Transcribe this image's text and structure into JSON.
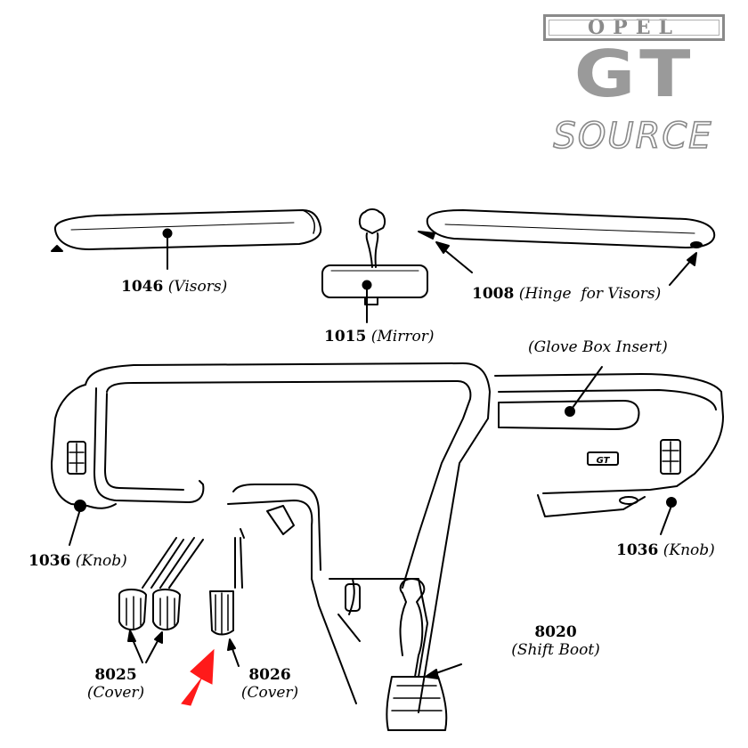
{
  "logo": {
    "brand": "OPEL",
    "model": "GT",
    "tagline": "SOURCE"
  },
  "parts": {
    "visors": {
      "number": "1046",
      "name": "(Visors)"
    },
    "mirror": {
      "number": "1015",
      "name": "(Mirror)"
    },
    "hinge": {
      "number": "1008",
      "name": "(Hinge  for Visors)"
    },
    "glovebox": {
      "number": "",
      "name": "(Glove Box Insert)"
    },
    "knob_left": {
      "number": "1036",
      "name": "(Knob)"
    },
    "knob_right": {
      "number": "1036",
      "name": "(Knob)"
    },
    "shift_boot": {
      "number": "8020",
      "name": "(Shift Boot)"
    },
    "cover_a": {
      "number": "8025",
      "name": "(Cover)"
    },
    "cover_b": {
      "number": "8026",
      "name": "(Cover)"
    }
  },
  "dash_badge": "GT",
  "colors": {
    "logo_gray": "#8a8a8a",
    "arrow_red": "#ff1a1a",
    "line": "#000000"
  }
}
